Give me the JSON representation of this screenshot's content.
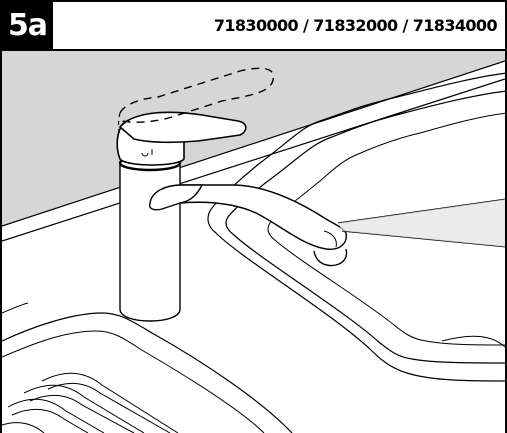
{
  "step": {
    "badge": "5a"
  },
  "header": {
    "model_numbers": "71830000 / 71832000 / 71834000"
  },
  "illustration": {
    "subject": "single-lever-basin-mixer",
    "action_shown": "lever-lift-motion",
    "colors": {
      "wall_shade": "#d6d6d6",
      "line": "#000000",
      "fill": "#ffffff"
    }
  }
}
